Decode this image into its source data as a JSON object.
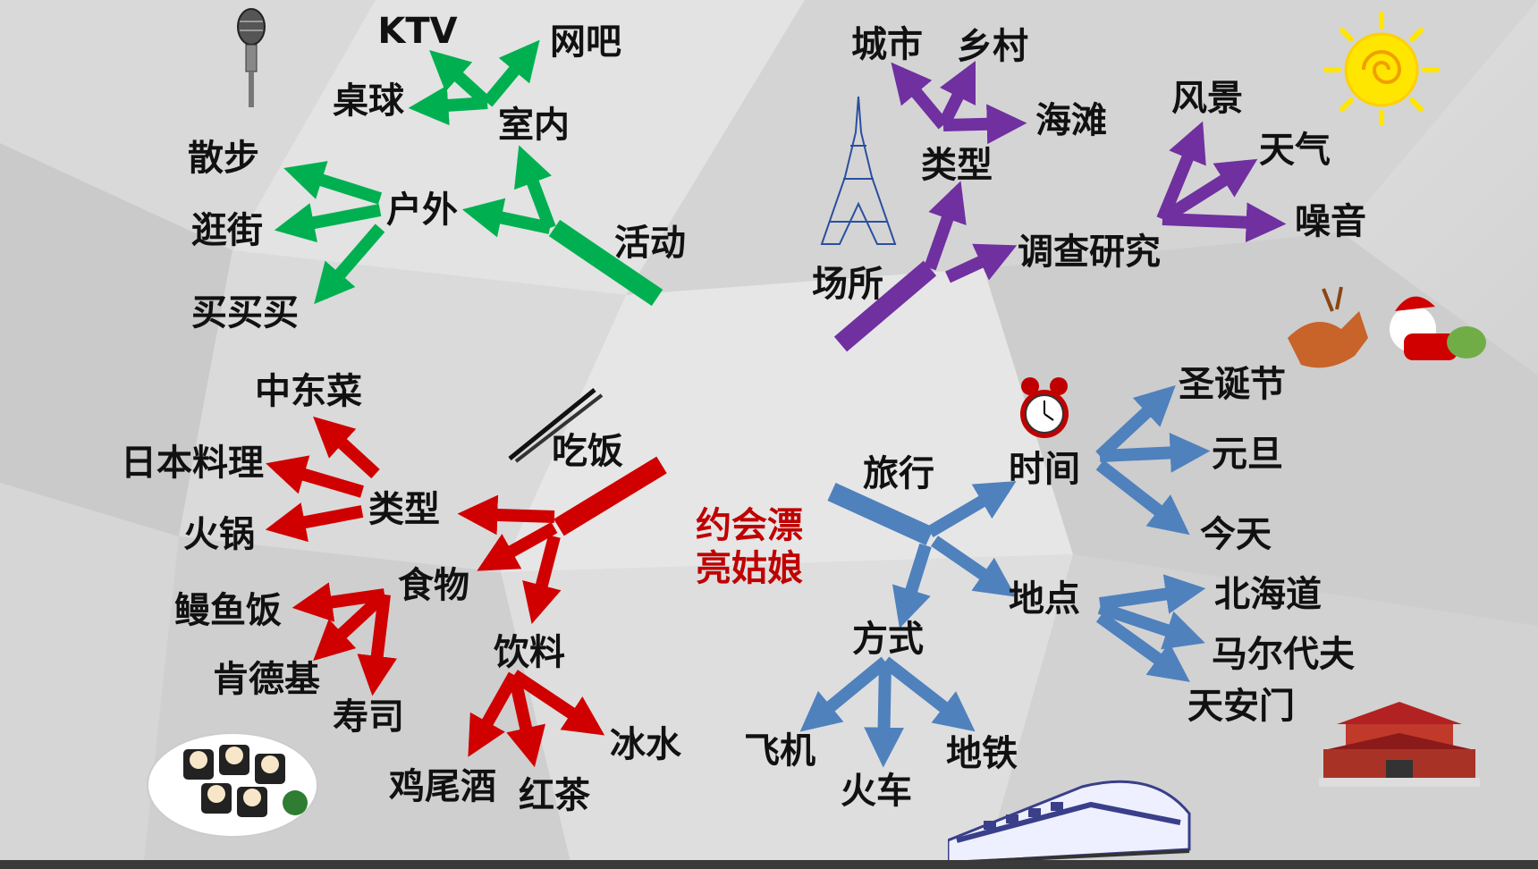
{
  "colors": {
    "green": "#00b050",
    "purple": "#7030a0",
    "red": "#d00000",
    "blue": "#4f81bd",
    "center": "#c00000"
  },
  "icons": [
    "microphone-icon",
    "eiffel-tower-icon",
    "sun-icon",
    "reindeer-santa-icon",
    "alarm-clock-icon",
    "chopsticks-icon",
    "sushi-plate-icon",
    "train-icon",
    "tiananmen-icon"
  ],
  "center": {
    "line1": "约会漂",
    "line2": "亮姑娘"
  },
  "activity": {
    "root": "活动",
    "indoor": "室内",
    "indoor_items": [
      "KTV",
      "网吧",
      "桌球"
    ],
    "outdoor": "户外",
    "outdoor_items": [
      "散步",
      "逛街",
      "买买买"
    ]
  },
  "venue": {
    "root": "场所",
    "type": "类型",
    "type_items": [
      "城市",
      "乡村",
      "海滩"
    ],
    "research": "调查研究",
    "research_items": [
      "风景",
      "天气",
      "噪音"
    ]
  },
  "meal": {
    "root": "吃饭",
    "type": "类型",
    "type_items": [
      "中东菜",
      "日本料理",
      "火锅"
    ],
    "food": "食物",
    "food_items": [
      "鳗鱼饭",
      "肯德基",
      "寿司"
    ],
    "drink": "饮料",
    "drink_items": [
      "鸡尾酒",
      "红茶",
      "冰水"
    ]
  },
  "travel": {
    "root": "旅行",
    "time": "时间",
    "time_items": [
      "圣诞节",
      "元旦",
      "今天"
    ],
    "place": "地点",
    "place_items": [
      "北海道",
      "马尔代夫",
      "天安门"
    ],
    "mode": "方式",
    "mode_items": [
      "飞机",
      "火车",
      "地铁"
    ]
  }
}
